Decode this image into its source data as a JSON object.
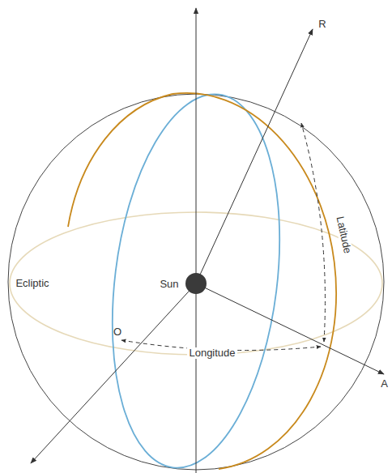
{
  "diagram": {
    "labels": [
      "R",
      "Latitude",
      "Ecliptic",
      "Sun",
      "O",
      "Longitude",
      "A"
    ]
  }
}
